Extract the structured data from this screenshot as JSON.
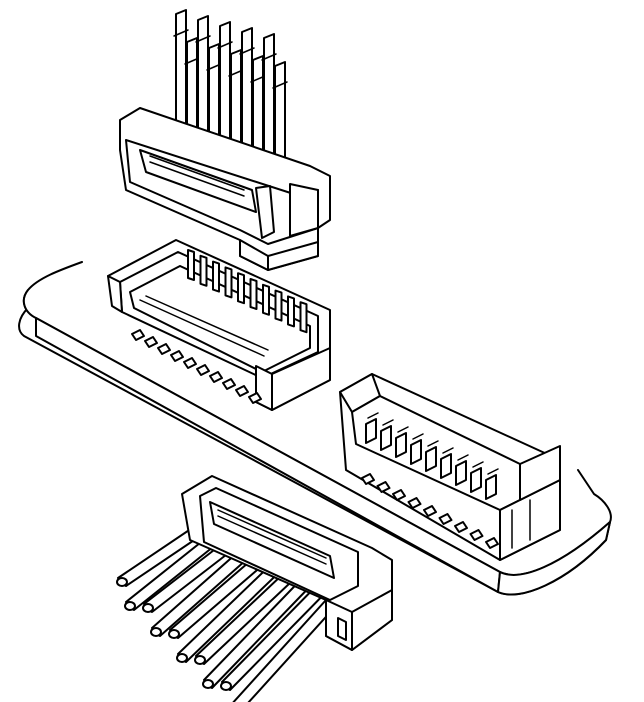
{
  "figure": {
    "description_visible_text": "",
    "components": {
      "top_plug_wires": 10,
      "board_receptacle_vertical_contacts": 10,
      "board_receptacle_right_angle_contacts": 9,
      "bottom_plug_wires": 10
    },
    "colors": {
      "stroke": "#000000",
      "fill": "#ffffff"
    }
  }
}
